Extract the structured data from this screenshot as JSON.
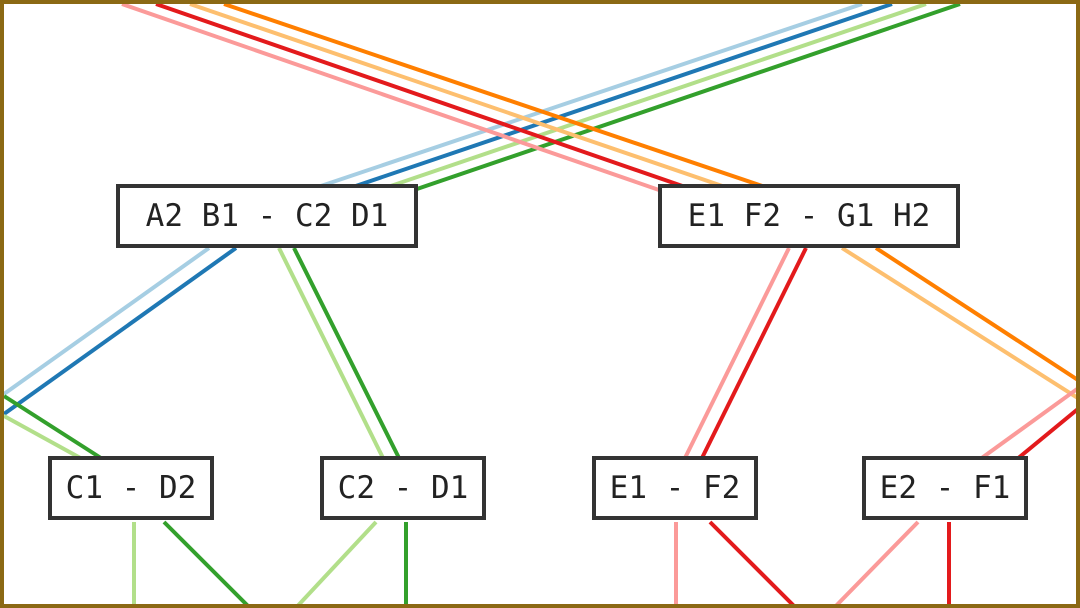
{
  "nodes": {
    "ab_cd": "A2 B1 - C2 D1",
    "ef_gh": "E1 F2 - G1 H2",
    "c1_d2": "C1 - D2",
    "c2_d1": "C2 - D1",
    "e1_f2": "E1 - F2",
    "e2_f1": "E2 - F1"
  },
  "colors": {
    "light_blue": "#a6cee3",
    "blue": "#1f78b4",
    "light_green": "#b2df8a",
    "green": "#33a02c",
    "pink": "#fb9a99",
    "red": "#e31a1c",
    "light_orange": "#fdbf6f",
    "orange": "#ff7f00",
    "node_border": "#333333",
    "frame_border": "#8b6914"
  }
}
